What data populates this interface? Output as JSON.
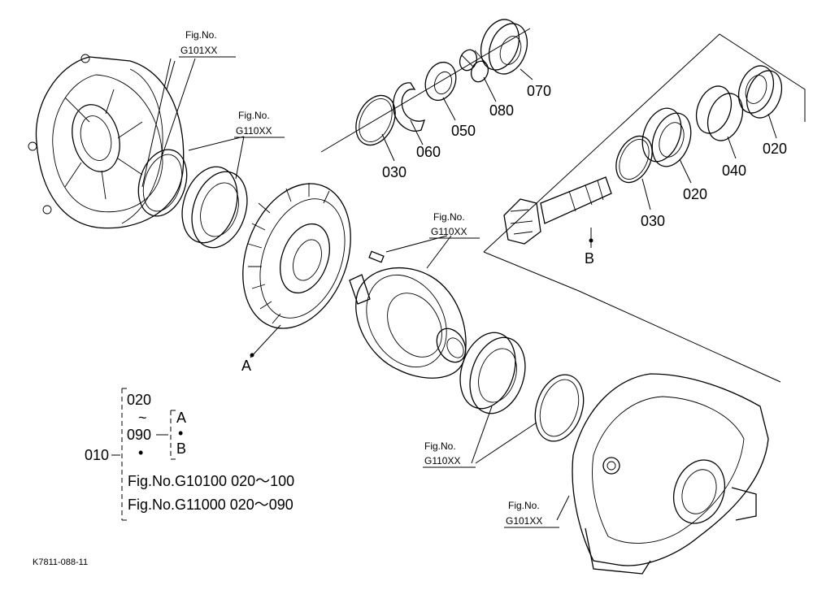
{
  "part_numbers": {
    "p070": "070",
    "p080": "080",
    "p050": "050",
    "p060": "060",
    "p030_top": "030",
    "p020_right": "020",
    "p040": "040",
    "p020_mid": "020",
    "p030_mid": "030"
  },
  "figure_refs": {
    "top_left": {
      "line1": "Fig.No.",
      "line2": "G101XX"
    },
    "left_bearing": {
      "line1": "Fig.No.",
      "line2": "G110XX"
    },
    "center": {
      "line1": "Fig.No.",
      "line2": "G110XX"
    },
    "lower_center": {
      "line1": "Fig.No.",
      "line2": "G110XX"
    },
    "lower_right": {
      "line1": "Fig.No.",
      "line2": "G101XX"
    }
  },
  "markers": {
    "a": "A",
    "b": "B"
  },
  "legend": {
    "root": "010",
    "range_start": "020",
    "tilde": "~",
    "range_end": "090",
    "dot": "•",
    "branch_a": "A",
    "branch_sep": "•",
    "branch_b": "B",
    "fig1": "Fig.No.G10100  020～100",
    "fig2": "Fig.No.G11000  020～090"
  },
  "footer": {
    "code": "K7811-088-11"
  }
}
